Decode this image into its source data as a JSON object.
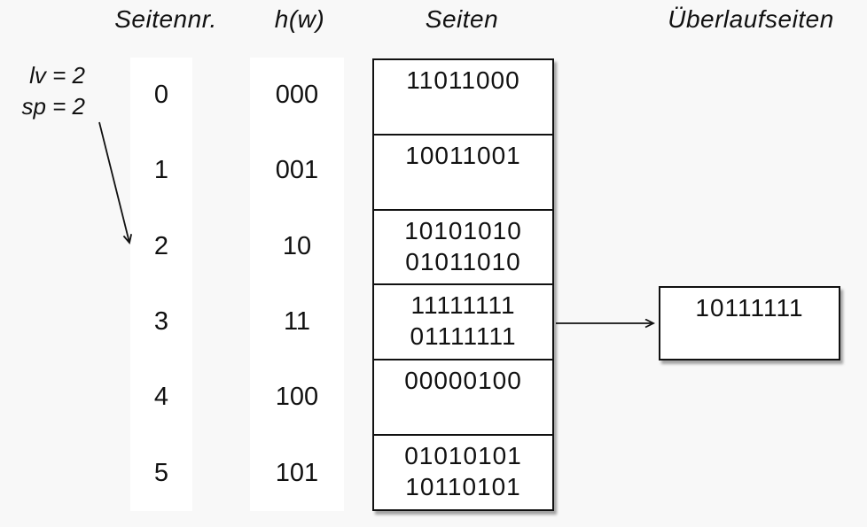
{
  "headers": {
    "page_number": "Seitennr.",
    "hash_function": "h(w)",
    "pages": "Seiten",
    "overflow_pages": "Überlaufseiten"
  },
  "state": {
    "level": "lv = 2",
    "split_pointer": "sp = 2"
  },
  "rows": [
    {
      "page_no": "0",
      "hash": "000",
      "entries": [
        "11011000"
      ]
    },
    {
      "page_no": "1",
      "hash": "001",
      "entries": [
        "10011001"
      ]
    },
    {
      "page_no": "2",
      "hash": "10",
      "entries": [
        "10101010",
        "01011010"
      ]
    },
    {
      "page_no": "3",
      "hash": "11",
      "entries": [
        "11111111",
        "01111111"
      ]
    },
    {
      "page_no": "4",
      "hash": "100",
      "entries": [
        "00000100"
      ]
    },
    {
      "page_no": "5",
      "hash": "101",
      "entries": [
        "01010101",
        "10110101"
      ]
    }
  ],
  "overflow": {
    "entries": [
      "10111111"
    ],
    "linked_bucket": "3"
  },
  "icons": {
    "split_pointer_arrow": "diagonal-arrow",
    "overflow_link_arrow": "right-arrow"
  },
  "colors": {
    "background": "#f8f8f8",
    "surface": "#ffffff",
    "ink": "#111111"
  }
}
